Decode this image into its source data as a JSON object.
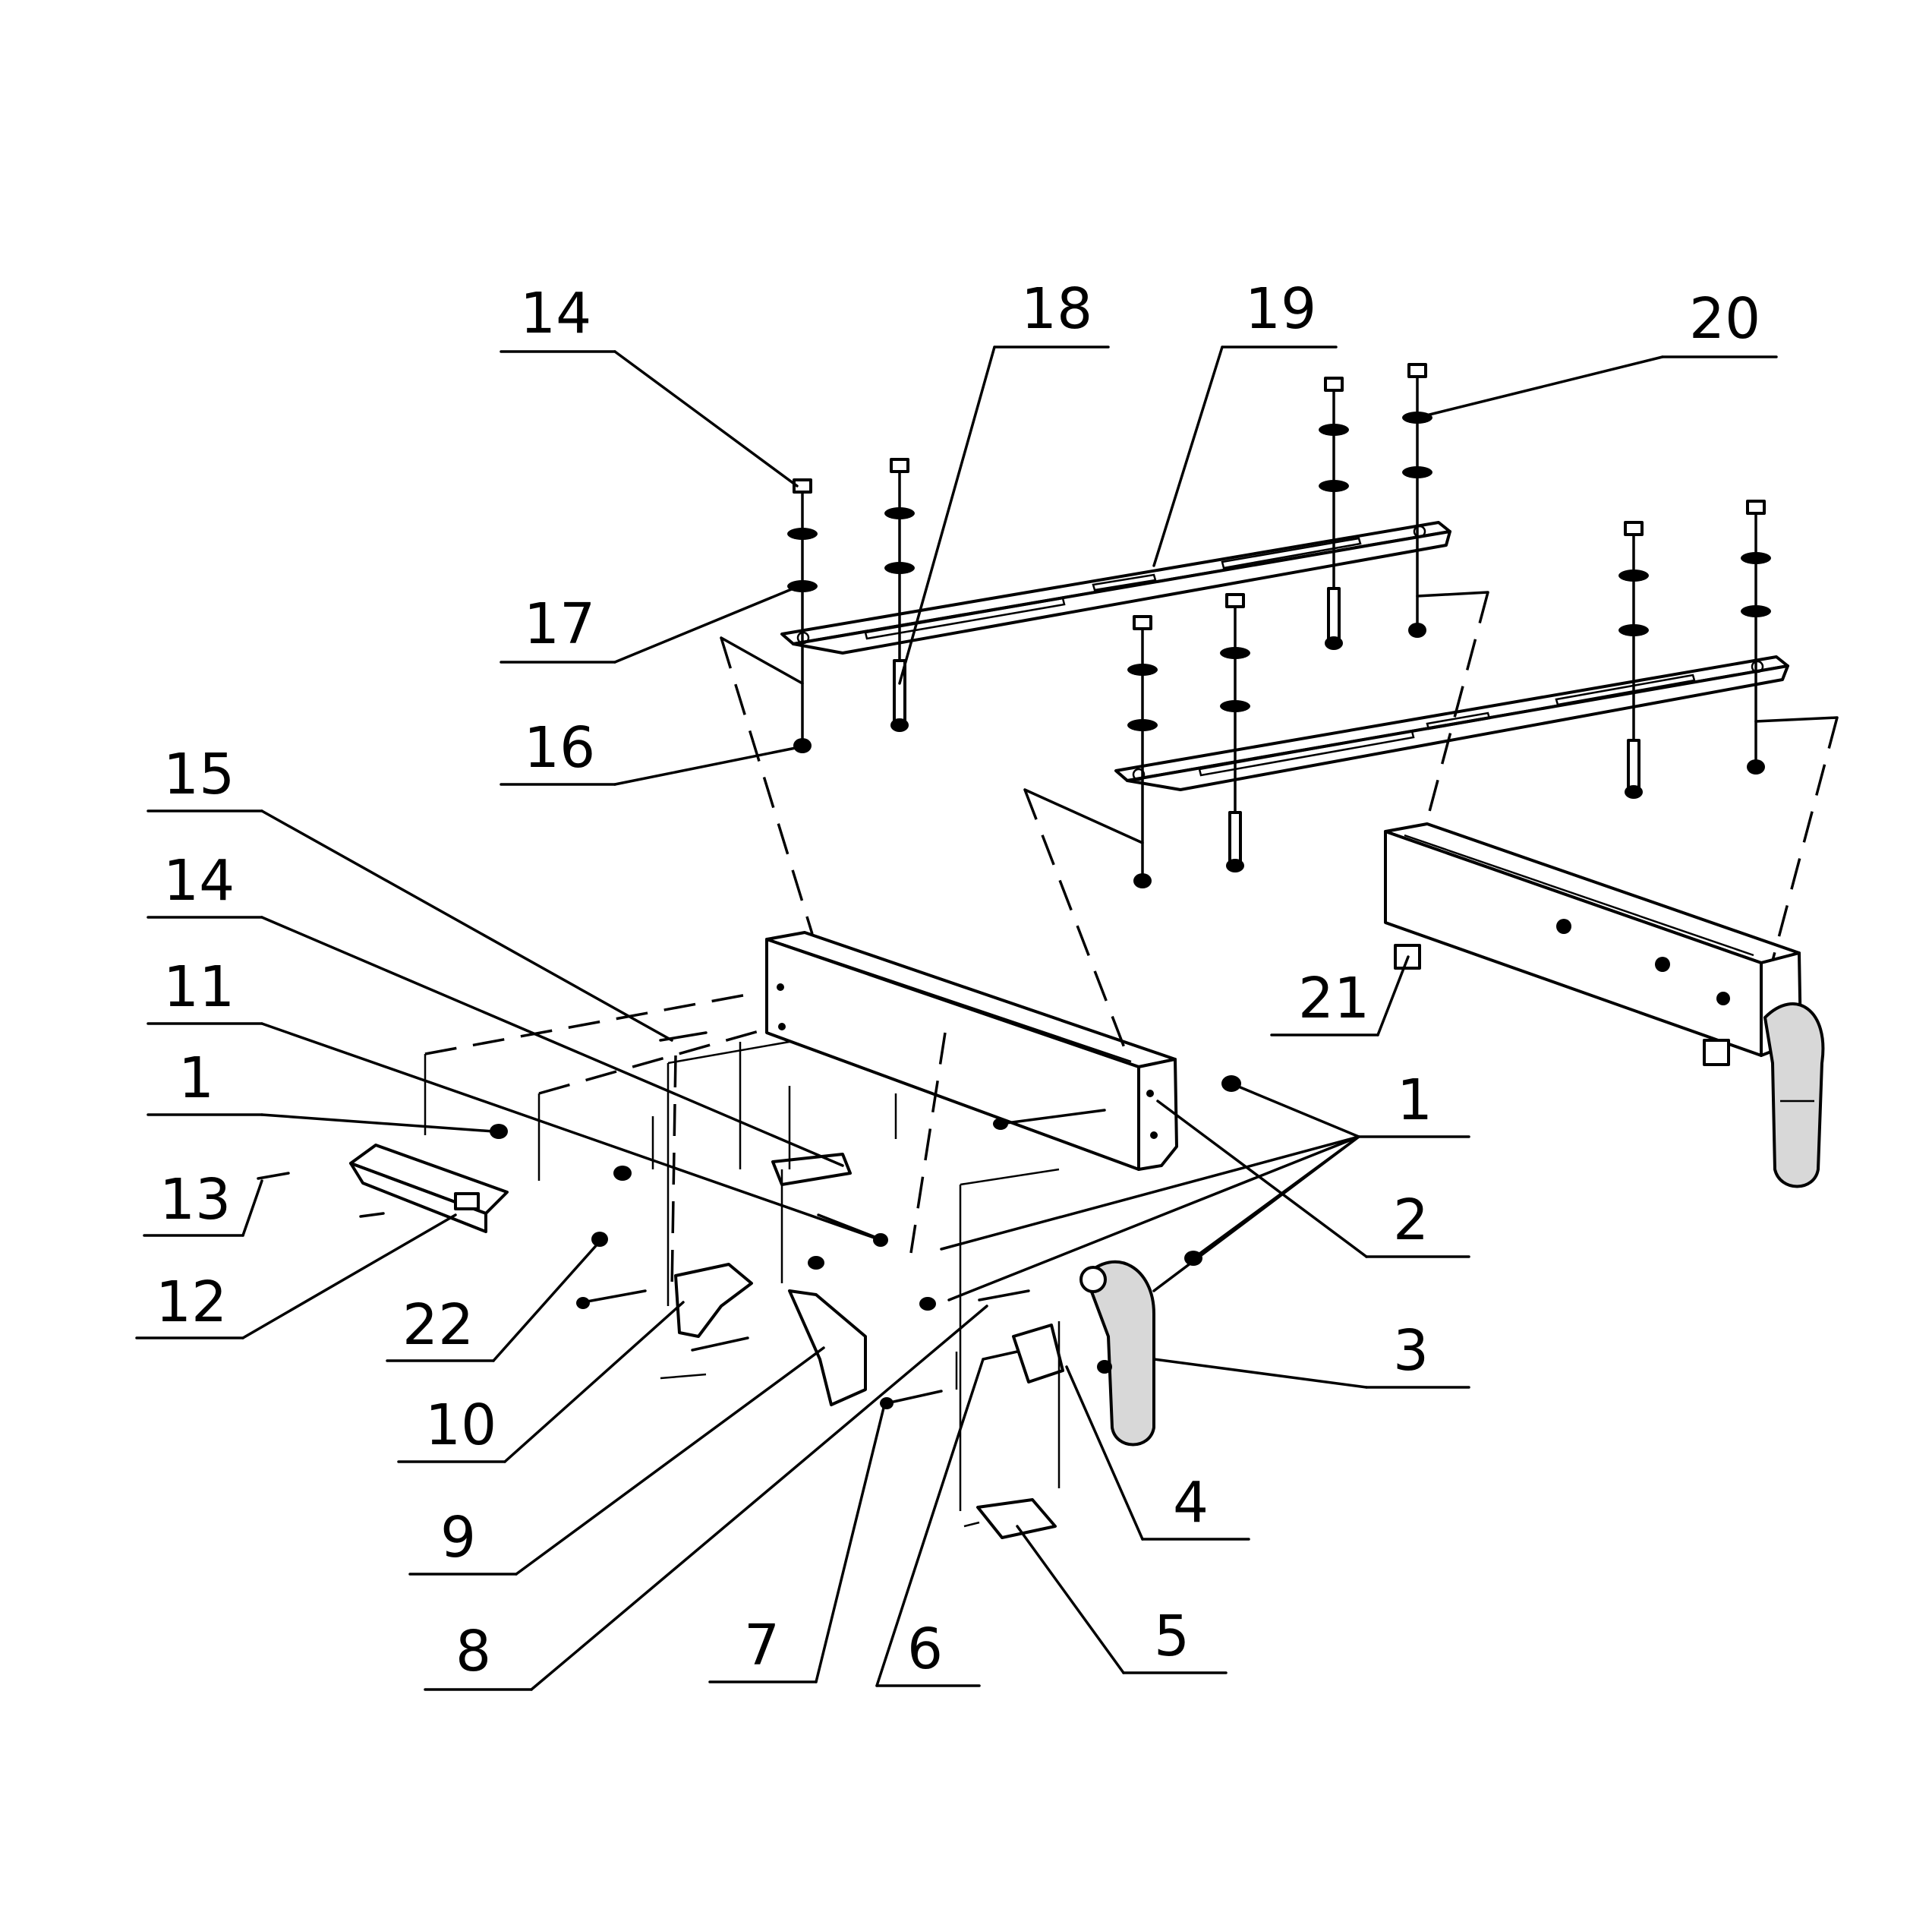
{
  "labels": {
    "l14a": "14",
    "l18": "18",
    "l19": "19",
    "l20": "20",
    "l17": "17",
    "l16": "16",
    "l15": "15",
    "l14b": "14",
    "l11": "11",
    "l1a": "1",
    "l13": "13",
    "l12": "12",
    "l22": "22",
    "l10": "10",
    "l9": "9",
    "l8": "8",
    "l7": "7",
    "l6": "6",
    "l5": "5",
    "l4": "4",
    "l3": "3",
    "l2": "2",
    "l1b": "1",
    "l21": "21"
  }
}
